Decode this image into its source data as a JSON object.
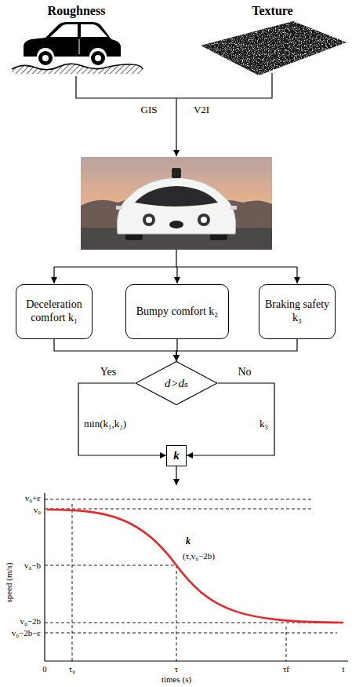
{
  "diagram": {
    "nodes": [
      {
        "text": [
          "Roughness"
        ]
      },
      {
        "text": [
          "Texture"
        ]
      },
      {
        "text": [
          "Deceleration comfort k₁"
        ]
      },
      {
        "text": [
          "Bumpy comfort k₂"
        ]
      },
      {
        "text": [
          "Braking safety k₃"
        ]
      },
      {
        "text": [
          "d>dₛ"
        ]
      },
      {
        "text": [
          "k"
        ]
      }
    ],
    "edges": [
      {
        "from": 2,
        "to": 5,
        "arrow": "to"
      },
      {
        "from": 3,
        "to": 5,
        "arrow": "to"
      },
      {
        "from": 4,
        "to": 5,
        "arrow": "to"
      },
      {
        "from": 5,
        "to": 6,
        "label": "Yes",
        "arrow": "to"
      },
      {
        "from": 5,
        "to": 6,
        "label": "No",
        "arrow": "to"
      }
    ],
    "labels": [
      "GIS",
      "V2I",
      "min(k₁,k₂)",
      "k₃",
      "v₀+ε",
      "v₀",
      "v₀−b",
      "v₀−2b",
      "v₀−2b−ε",
      "0",
      "τ₀",
      "τ",
      "τf",
      "t",
      "speed (m/s)",
      "times (s)",
      "k",
      "(τ,v₀−2b)"
    ]
  }
}
